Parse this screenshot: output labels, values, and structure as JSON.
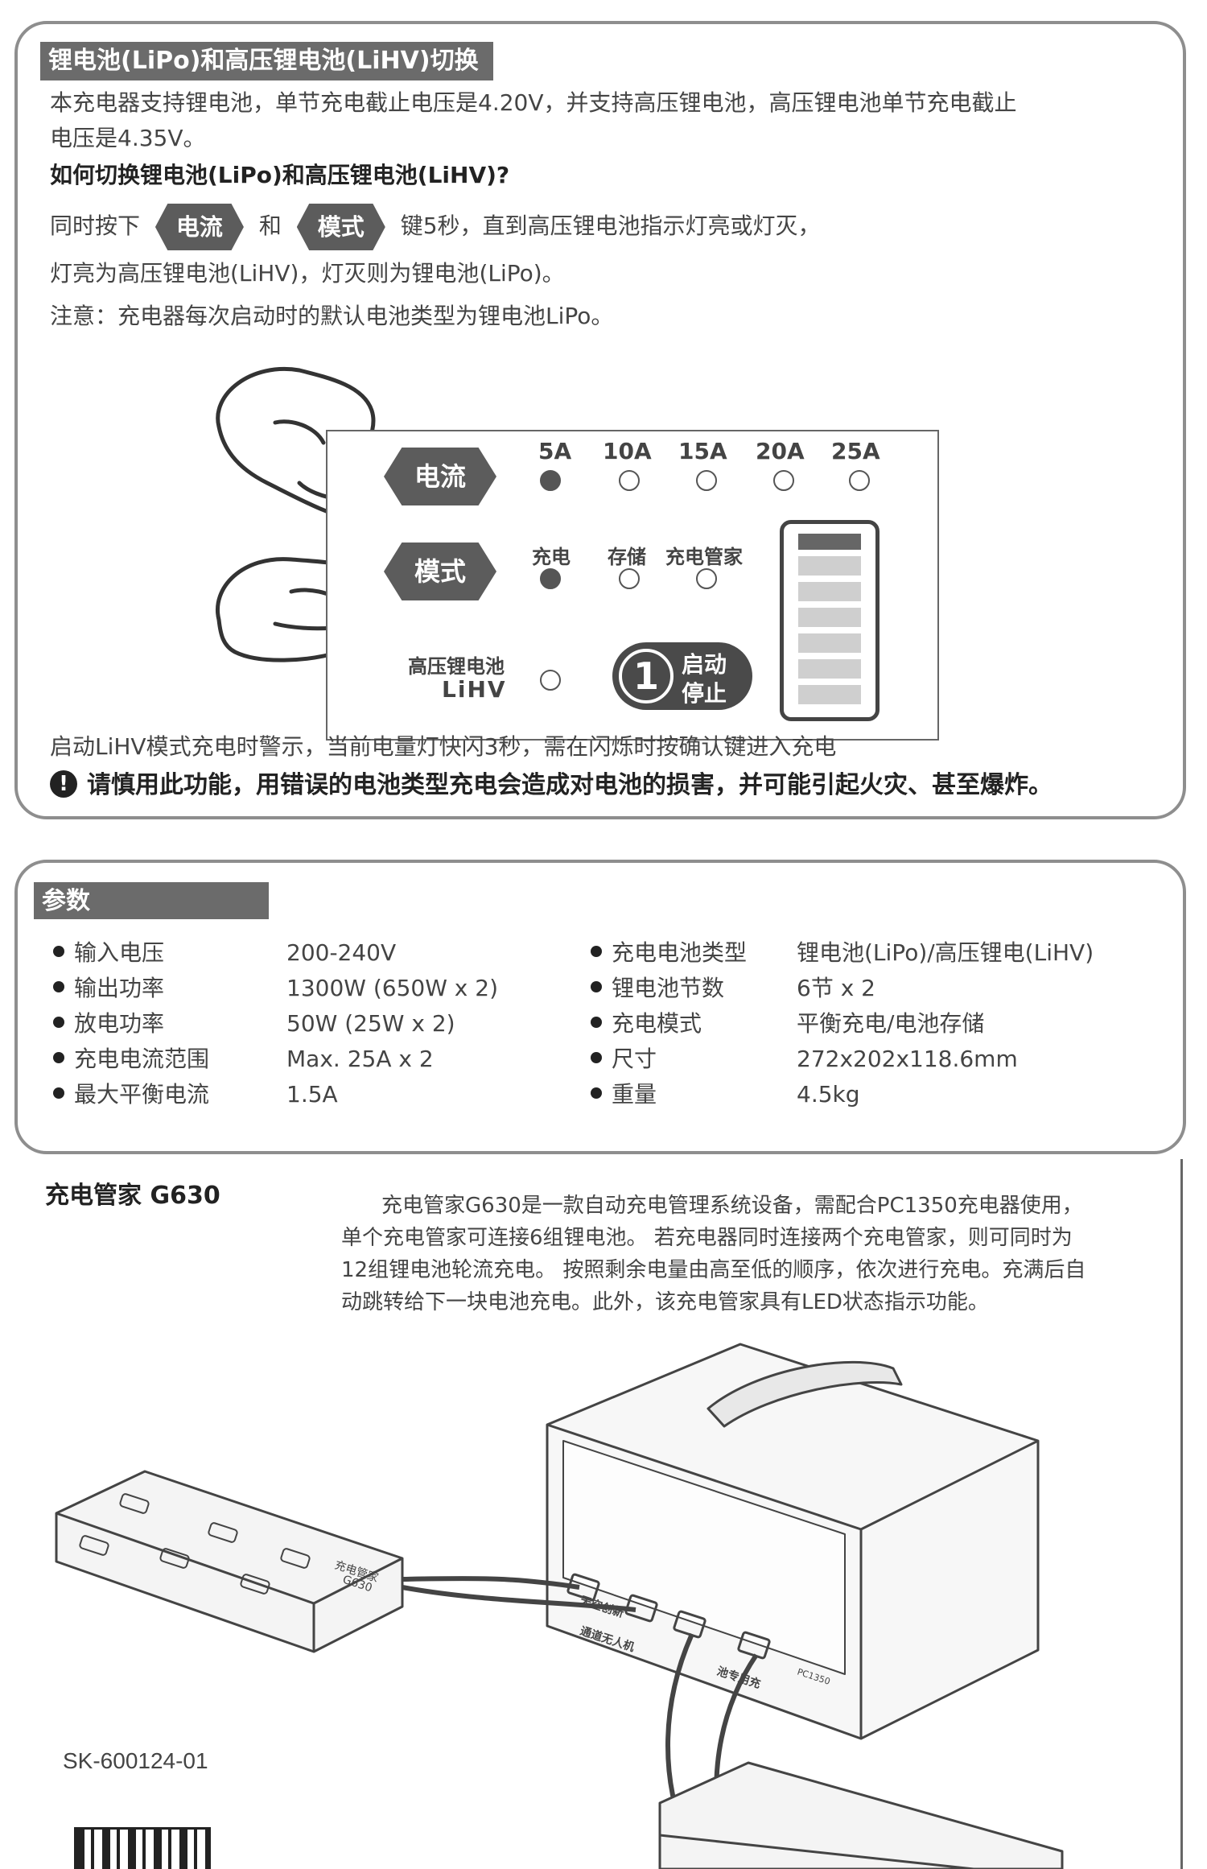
{
  "section1": {
    "title": "锂电池(LiPo)和高压锂电池(LiHV)切换",
    "intro_line1": "本充电器支持锂电池，单节充电截止电压是4.20V，并支持高压锂电池，高压锂电池单节充电截止",
    "intro_line2": "电压是4.35V。",
    "question": "如何切换锂电池(LiPo)和高压锂电池(LiHV)?",
    "step_prefix": "同时按下",
    "key_current": "电流",
    "step_and": "和",
    "key_mode": "模式",
    "step_suffix": "键5秒，直到高压锂电池指示灯亮或灯灭，",
    "light_desc": "灯亮为高压锂电池(LiHV)，灯灭则为锂电池(LiPo)。",
    "note": "注意：充电器每次启动时的默认电池类型为锂电池LiPo。",
    "diagram": {
      "btn_current": "电流",
      "btn_mode": "模式",
      "currents": [
        "5A",
        "10A",
        "15A",
        "20A",
        "25A"
      ],
      "mode_charge": "充电",
      "mode_store": "存储",
      "mode_manager": "充电管家",
      "lihv_label_1": "高压锂电池",
      "lihv_label_2": "LiHV",
      "start_num": "1",
      "start_1": "启动",
      "start_2": "停止"
    },
    "warning_line": "启动LiHV模式充电时警示，当前电量灯快闪3秒，需在闪烁时按确认键进入充电",
    "caution": "请慎用此功能，用错误的电池类型充电会造成对电池的损害，并可能引起火灾、甚至爆炸。"
  },
  "section2": {
    "title": "参数",
    "left": [
      {
        "label": "输入电压",
        "value": "200-240V"
      },
      {
        "label": "输出功率",
        "value": "1300W (650W x 2)"
      },
      {
        "label": "放电功率",
        "value": "50W (25W x 2)"
      },
      {
        "label": "充电电流范围",
        "value": "Max. 25A  x 2"
      },
      {
        "label": "最大平衡电流",
        "value": "1.5A"
      }
    ],
    "right": [
      {
        "label": "充电电池类型",
        "value": "锂电池(LiPo)/高压锂电(LiHV)"
      },
      {
        "label": "锂电池节数",
        "value": "6节 x 2"
      },
      {
        "label": "充电模式",
        "value": "平衡充电/电池存储"
      },
      {
        "label": "尺寸",
        "value": "272x202x118.6mm"
      },
      {
        "label": "重量",
        "value": "4.5kg"
      }
    ]
  },
  "section3": {
    "title": "充电管家 G630",
    "desc_line1": "充电管家G630是一款自动充电管理系统设备，需配合PC1350充电器使用，",
    "desc_line2": "单个充电管家可连接6组锂电池。 若充电器同时连接两个充电管家，则可同时为",
    "desc_line3": "12组锂电池轮流充电。 按照剩余电量由高至低的顺序，依次进行充电。充满后自",
    "desc_line4": "动跳转给下一块电池充电。此外，该充电管家具有LED状态指示功能。",
    "model_code": "SK-600124-01",
    "device_label_1": "充电管家",
    "device_label_2": "G630",
    "charger_model": "PC1350",
    "charger_text": "天空创新",
    "charger_text2": "通道无人机",
    "charger_text3": "池专用充"
  }
}
